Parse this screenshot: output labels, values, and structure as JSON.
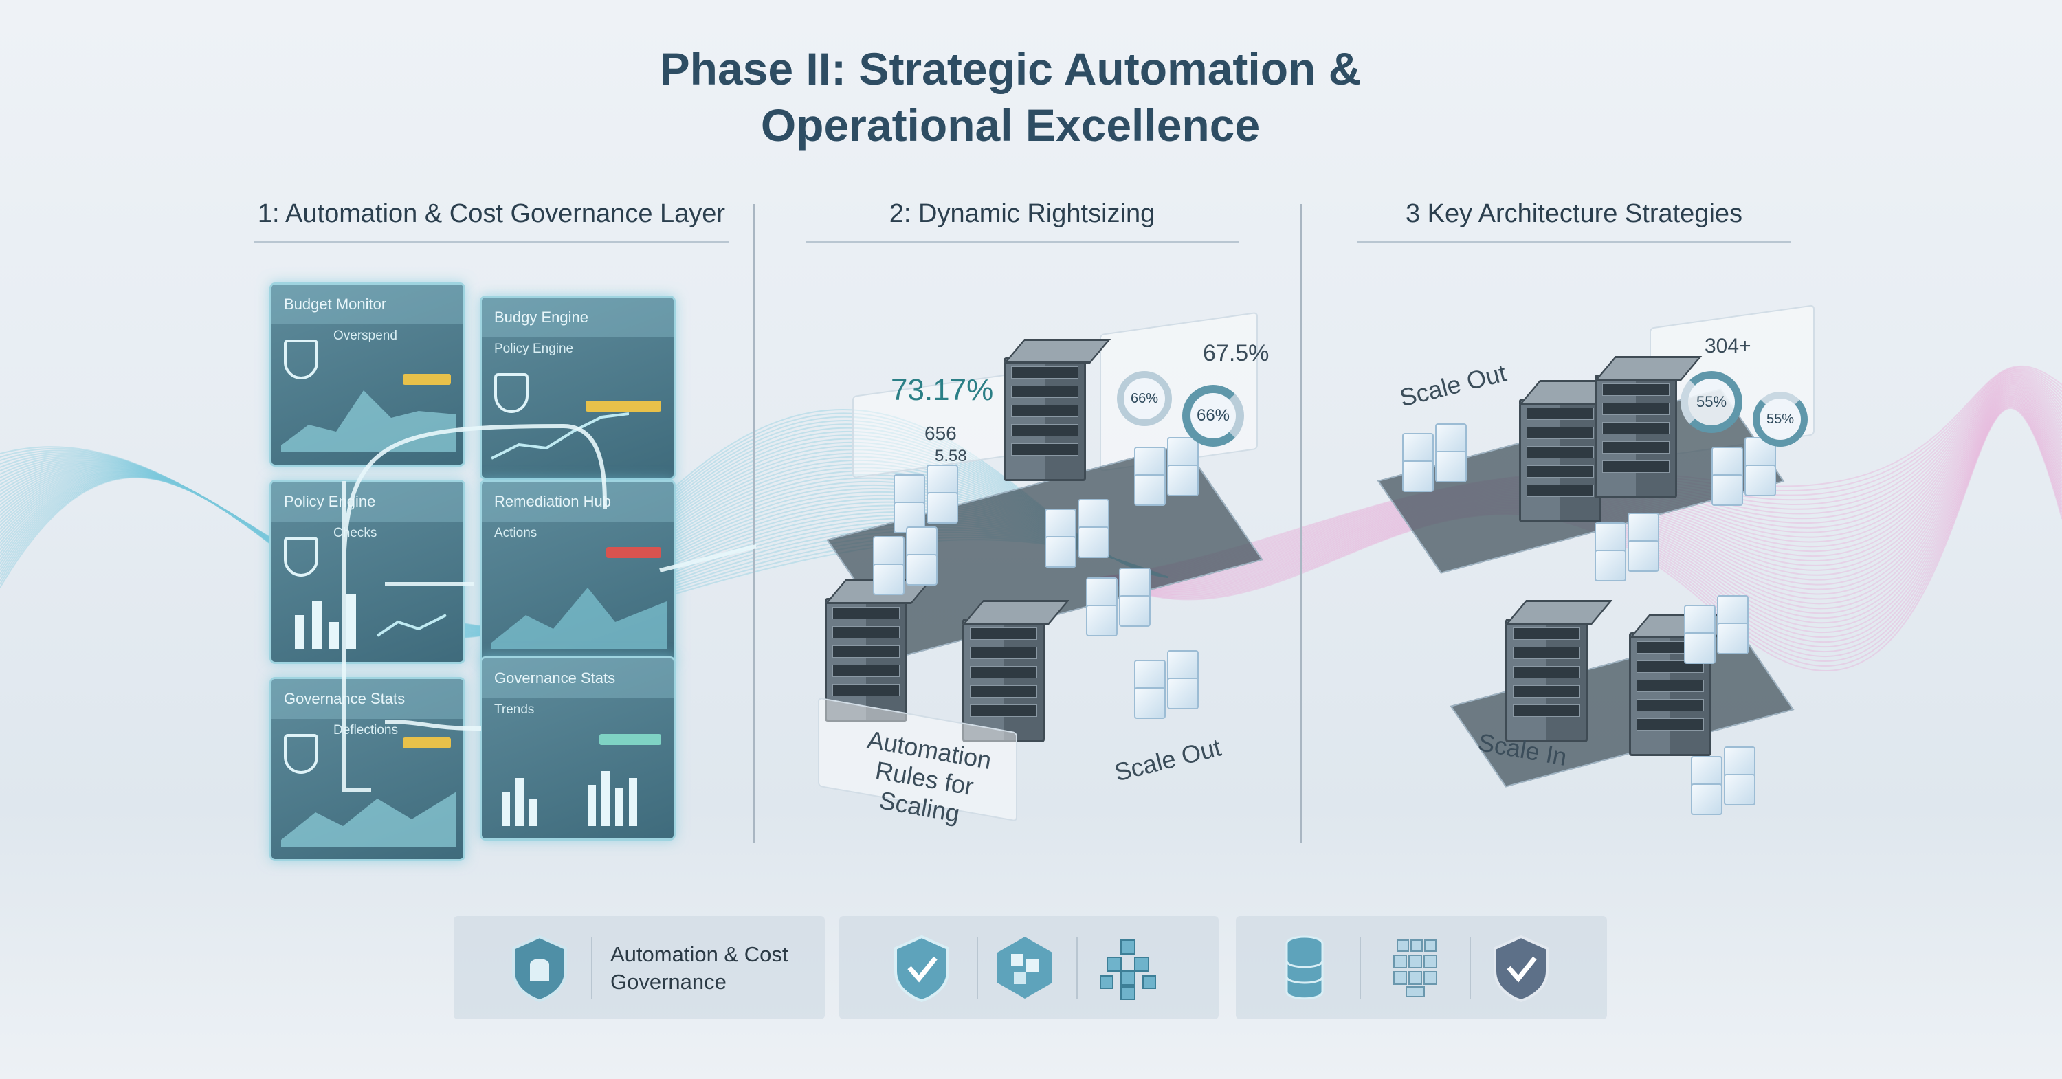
{
  "title": {
    "line1": "Phase II: Strategic Automation &",
    "line2": "Operational Excellence"
  },
  "columns": [
    {
      "heading": "1: Automation & Cost Governance Layer"
    },
    {
      "heading": "2: Dynamic Rightsizing"
    },
    {
      "heading": "3 Key Architecture Strategies"
    }
  ],
  "panels": [
    {
      "title": "Budget Monitor",
      "sub": "Overspend"
    },
    {
      "title": "Budgy Engine",
      "sub": "Policy Engine"
    },
    {
      "title": "Policy Engine",
      "sub": "Checks"
    },
    {
      "title": "Remediation Hub",
      "sub": "Actions"
    },
    {
      "title": "Governance Stats",
      "sub": "Deflections"
    },
    {
      "title": "Governance Stats",
      "sub": "Trends"
    }
  ],
  "rightsizing": {
    "metric_main": "73.17%",
    "metric_a": "656",
    "metric_b": "5.58",
    "metric_c": "67.5%",
    "donut_a": "66%",
    "donut_b": "66%",
    "rules_label": "Automation Rules for Scaling",
    "scale_out": "Scale Out"
  },
  "strategies": {
    "scale_out": "Scale Out",
    "scale_in": "Scale In",
    "metric": "304+",
    "donut_a": "55%",
    "donut_b": "55%"
  },
  "bottom": {
    "group1_text": "Automation & Cost Governance",
    "icons": [
      "shield-database-icon",
      "shield-check-icon",
      "cube-cluster-icon",
      "cube-network-icon",
      "database-icon",
      "cube-stack-icon",
      "shield-check-dark-icon"
    ]
  },
  "colors": {
    "accent": "#4f8fa6",
    "wave_left": "#7cc8dc",
    "wave_right": "#e7a3d4"
  }
}
